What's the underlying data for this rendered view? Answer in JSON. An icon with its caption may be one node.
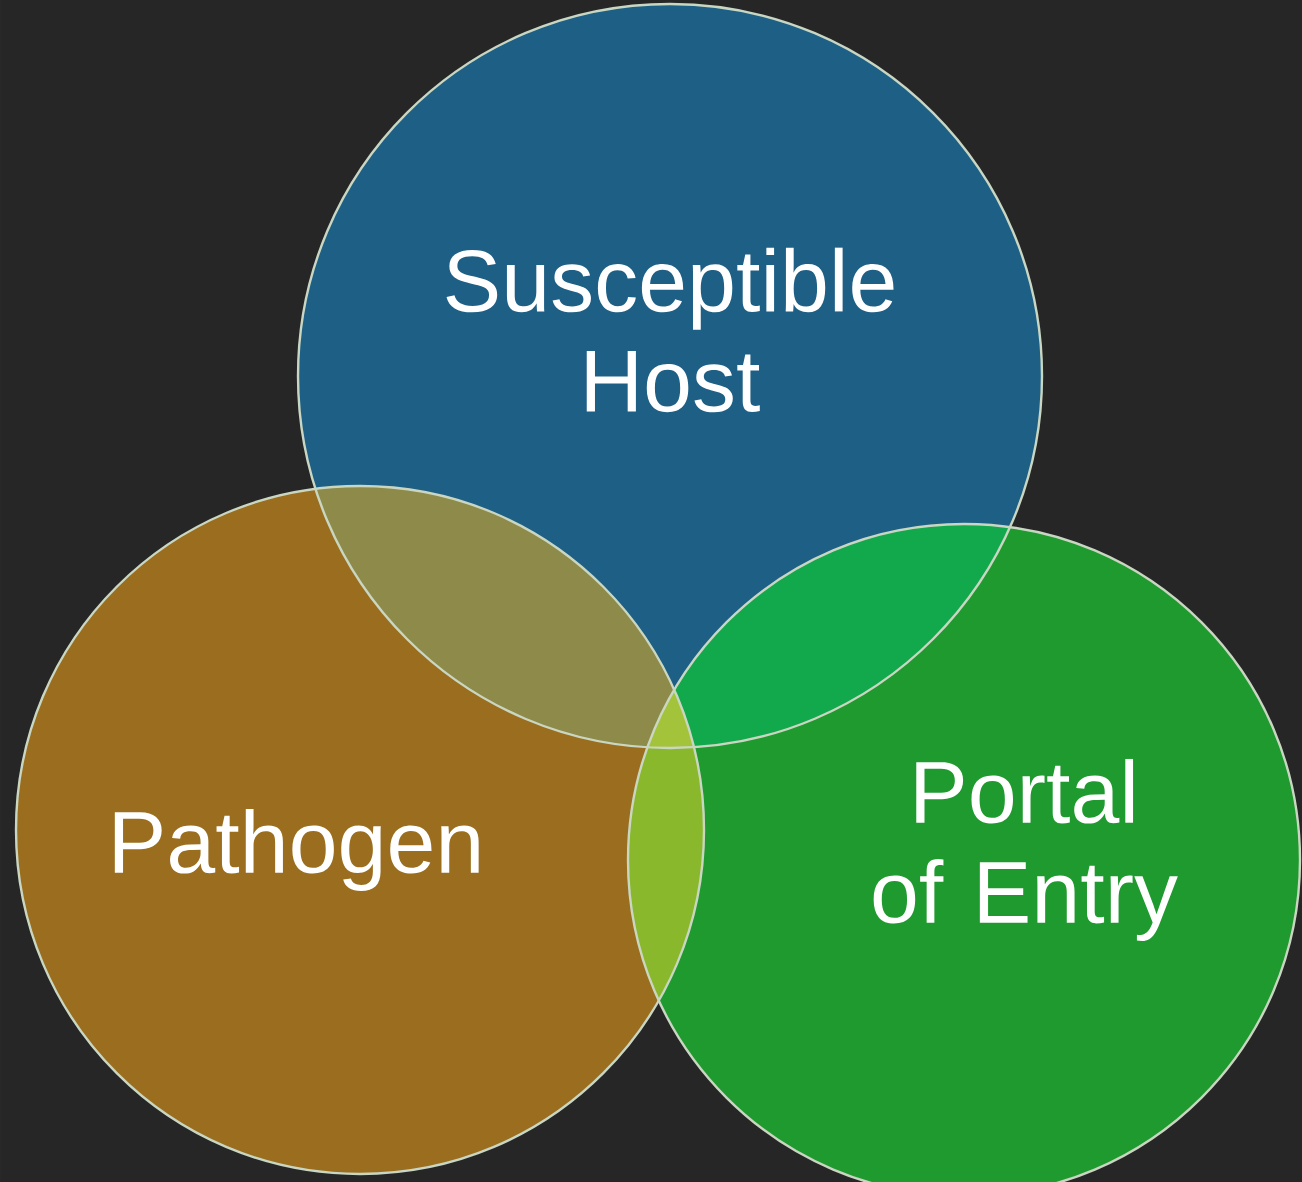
{
  "diagram": {
    "nodes": [
      {
        "text": [
          "Susceptible Host"
        ]
      },
      {
        "text": [
          "Pathogen"
        ]
      },
      {
        "text": [
          "Portal of Entry"
        ]
      }
    ]
  }
}
